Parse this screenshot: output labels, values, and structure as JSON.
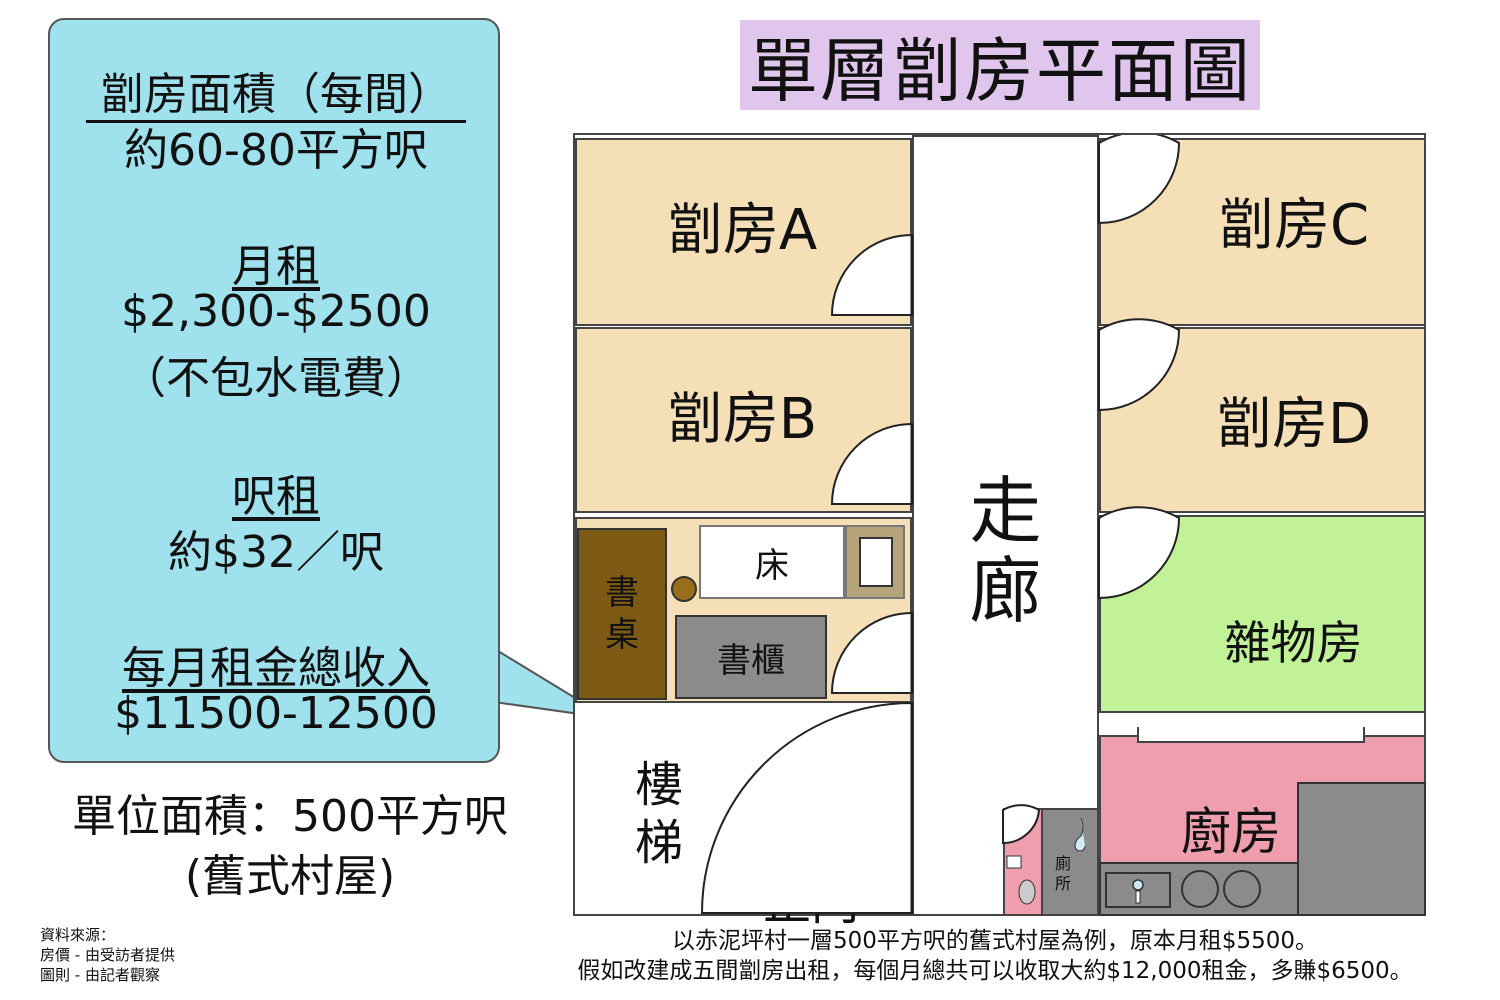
{
  "title": "單層劏房平面圖",
  "bubble": {
    "area_heading": "劏房面積（每間）",
    "area_value": "約60-80平方呎",
    "rent_heading": "月租",
    "rent_value": "$2,300-$2500",
    "rent_note": "（不包水電費）",
    "sqft_heading": "呎租",
    "sqft_value": "約$32／呎",
    "income_heading": "每月租金總收入",
    "income_value": "$11500-12500"
  },
  "unit": {
    "area": "單位面積：500平方呎",
    "type": "(舊式村屋)"
  },
  "rooms": {
    "a": "劏房A",
    "b": "劏房B",
    "c": "劏房C",
    "d": "劏房D",
    "corridor_1": "走",
    "corridor_2": "廊",
    "storage": "雜物房",
    "kitchen": "廚房",
    "stairs_1": "樓",
    "stairs_2": "梯",
    "main_door": "正門",
    "toilet_1": "廁",
    "toilet_2": "所"
  },
  "furniture": {
    "desk_1": "書",
    "desk_2": "桌",
    "bed": "床",
    "cabinet": "書櫃"
  },
  "source": {
    "heading": "資料來源：",
    "price": "房價 - 由受訪者提供",
    "plan": "圖則 - 由記者觀察"
  },
  "caption": {
    "line1": "以赤泥坪村一層500平方呎的舊式村屋為例，原本月租$5500。",
    "line2": "假如改建成五間劏房出租，每個月總共可以收取大約$12,000租金，多賺$6500。"
  },
  "colors": {
    "bubble": "#9fe1ec",
    "title_bg": "#e0c6ec",
    "room_tan": "#f4dfb7",
    "storage_green": "#c2f298",
    "kitchen_pink": "#ee9eac",
    "desk_brown": "#7d5a14",
    "cabinet_gray": "#8b8b8b"
  }
}
